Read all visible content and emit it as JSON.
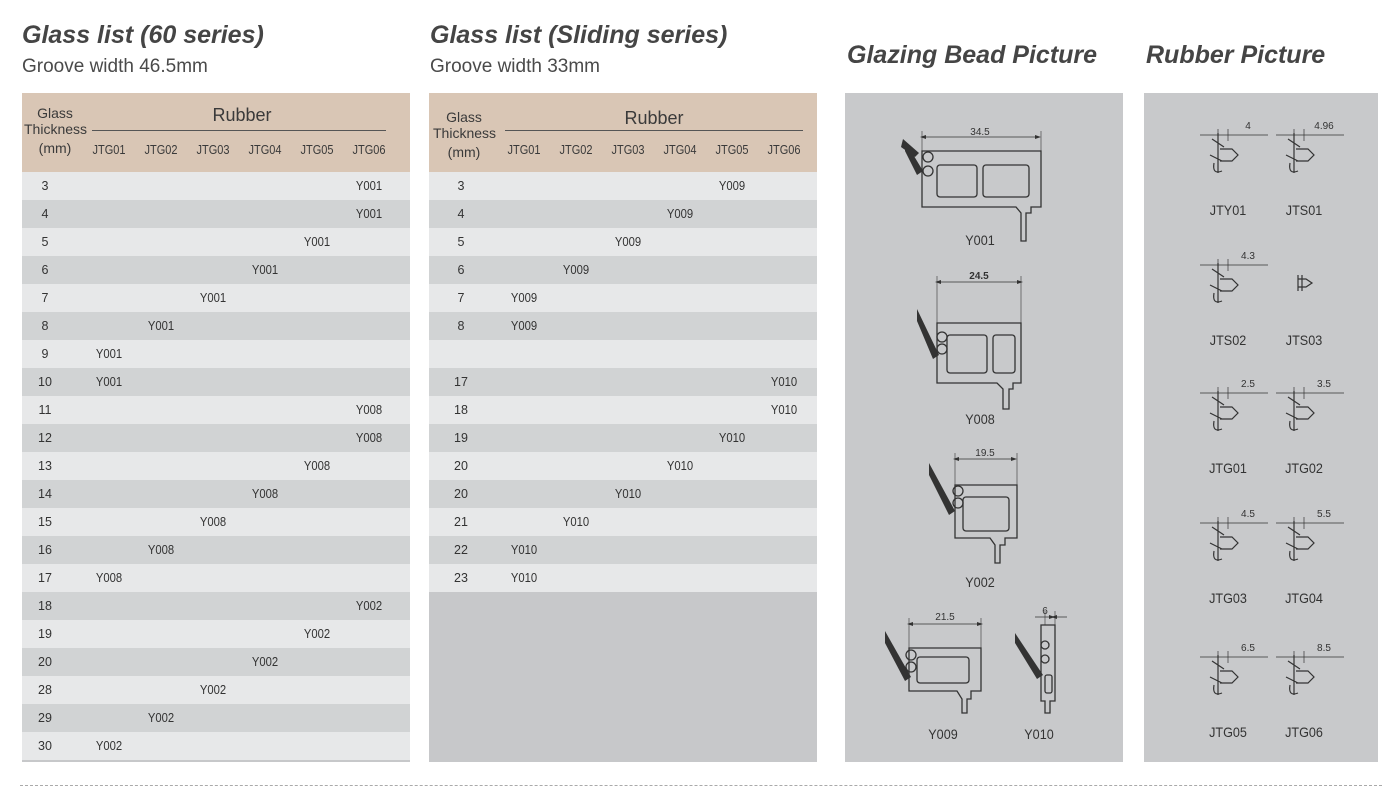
{
  "sections": {
    "glass_60": {
      "title": "Glass list (60 series)",
      "subtitle": "Groove width 46.5mm"
    },
    "glass_sliding": {
      "title": "Glass list (Sliding series)",
      "subtitle": "Groove width 33mm"
    },
    "glazing_bead": {
      "title": "Glazing Bead Picture"
    },
    "rubber": {
      "title": "Rubber Picture"
    }
  },
  "table_header": {
    "glass_line1": "Glass",
    "glass_line2": "Thickness",
    "glass_unit": "(mm)",
    "rubber": "Rubber",
    "columns": [
      "JTG01",
      "JTG02",
      "JTG03",
      "JTG04",
      "JTG05",
      "JTG06"
    ]
  },
  "table_60": {
    "rows": [
      {
        "t": "3",
        "col": 5,
        "v": "Y001"
      },
      {
        "t": "4",
        "col": 5,
        "v": "Y001"
      },
      {
        "t": "5",
        "col": 4,
        "v": "Y001"
      },
      {
        "t": "6",
        "col": 3,
        "v": "Y001"
      },
      {
        "t": "7",
        "col": 2,
        "v": "Y001"
      },
      {
        "t": "8",
        "col": 1,
        "v": "Y001"
      },
      {
        "t": "9",
        "col": 0,
        "v": "Y001"
      },
      {
        "t": "10",
        "col": 0,
        "v": "Y001"
      },
      {
        "t": "11",
        "col": 5,
        "v": "Y008"
      },
      {
        "t": "12",
        "col": 5,
        "v": "Y008"
      },
      {
        "t": "13",
        "col": 4,
        "v": "Y008"
      },
      {
        "t": "14",
        "col": 3,
        "v": "Y008"
      },
      {
        "t": "15",
        "col": 2,
        "v": "Y008"
      },
      {
        "t": "16",
        "col": 1,
        "v": "Y008"
      },
      {
        "t": "17",
        "col": 0,
        "v": "Y008"
      },
      {
        "t": "18",
        "col": 5,
        "v": "Y002"
      },
      {
        "t": "19",
        "col": 4,
        "v": "Y002"
      },
      {
        "t": "20",
        "col": 3,
        "v": "Y002"
      },
      {
        "t": "28",
        "col": 2,
        "v": "Y002"
      },
      {
        "t": "29",
        "col": 1,
        "v": "Y002"
      },
      {
        "t": "30",
        "col": 0,
        "v": "Y002"
      }
    ]
  },
  "table_sliding": {
    "rows": [
      {
        "t": "3",
        "col": 4,
        "v": "Y009"
      },
      {
        "t": "4",
        "col": 3,
        "v": "Y009"
      },
      {
        "t": "5",
        "col": 2,
        "v": "Y009"
      },
      {
        "t": "6",
        "col": 1,
        "v": "Y009"
      },
      {
        "t": "7",
        "col": 0,
        "v": "Y009"
      },
      {
        "t": "8",
        "col": 0,
        "v": "Y009"
      },
      {
        "t": "",
        "col": -1,
        "v": ""
      },
      {
        "t": "17",
        "col": 5,
        "v": "Y010"
      },
      {
        "t": "18",
        "col": 5,
        "v": "Y010"
      },
      {
        "t": "19",
        "col": 4,
        "v": "Y010"
      },
      {
        "t": "20",
        "col": 3,
        "v": "Y010"
      },
      {
        "t": "20",
        "col": 2,
        "v": "Y010"
      },
      {
        "t": "21",
        "col": 1,
        "v": "Y010"
      },
      {
        "t": "22",
        "col": 0,
        "v": "Y010"
      },
      {
        "t": "23",
        "col": 0,
        "v": "Y010"
      }
    ]
  },
  "glazing_beads": [
    {
      "name": "Y001",
      "dim": "34.5"
    },
    {
      "name": "Y008",
      "dim": "24.5"
    },
    {
      "name": "Y002",
      "dim": "19.5"
    },
    {
      "name": "Y009",
      "dim": "21.5"
    },
    {
      "name": "Y010",
      "dim": "6"
    }
  ],
  "rubbers": [
    {
      "name": "JTY01",
      "dim": "4"
    },
    {
      "name": "JTS01",
      "dim": "4.96"
    },
    {
      "name": "JTS02",
      "dim": "4.3"
    },
    {
      "name": "JTS03",
      "dim": ""
    },
    {
      "name": "JTG01",
      "dim": "2.5"
    },
    {
      "name": "JTG02",
      "dim": "3.5"
    },
    {
      "name": "JTG03",
      "dim": "4.5"
    },
    {
      "name": "JTG04",
      "dim": "5.5"
    },
    {
      "name": "JTG05",
      "dim": "6.5"
    },
    {
      "name": "JTG06",
      "dim": "8.5"
    }
  ],
  "colors": {
    "header_bg": "#d9c6b5",
    "row_light": "#e7e8e9",
    "row_dark": "#d1d3d4",
    "panel_bg": "#c8c9cb"
  }
}
